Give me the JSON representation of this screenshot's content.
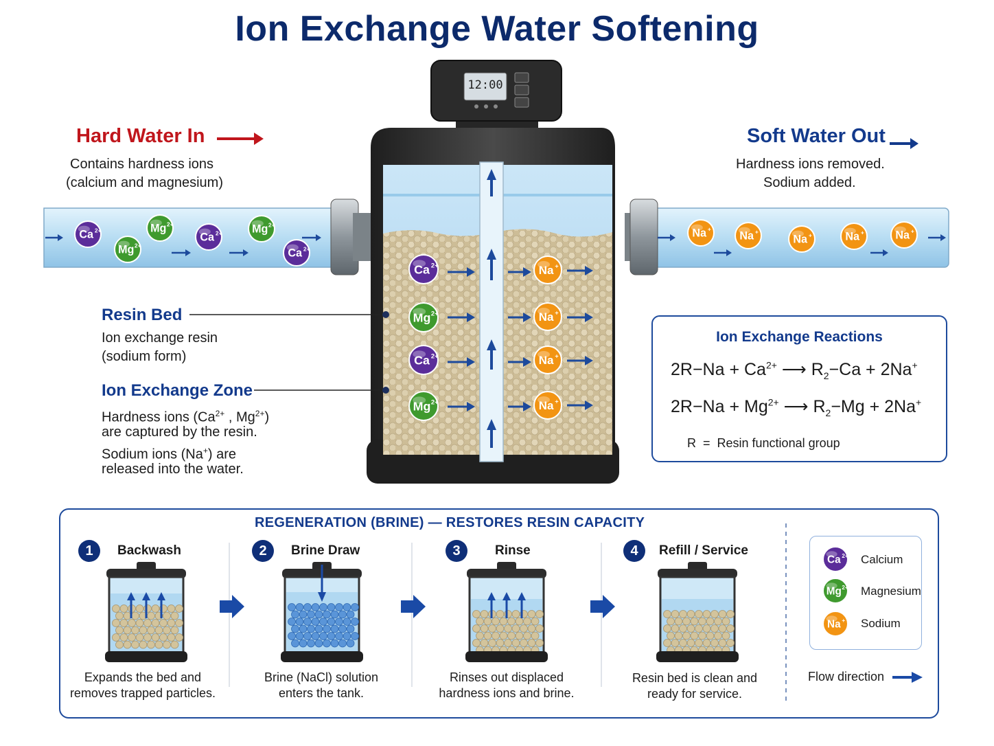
{
  "title": "Ion Exchange Water Softening",
  "inlet": {
    "heading": "Hard Water In",
    "line1": "Contains hardness ions",
    "line2": "(calcium and magnesium)"
  },
  "outlet": {
    "heading": "Soft Water Out",
    "line1": "Hardness ions removed.",
    "line2": "Sodium added."
  },
  "controller": {
    "display": "12:00"
  },
  "resin_bed": {
    "heading": "Resin Bed",
    "line1": "Ion exchange resin",
    "line2": "(sodium form)"
  },
  "exchange_zone": {
    "heading": "Ion Exchange Zone",
    "line1_pre": "Hardness ions (Ca",
    "line1_sup1": "2+",
    "line1_mid": " , Mg",
    "line1_sup2": "2+",
    "line1_post": ")",
    "line2": "are captured by the resin.",
    "line3_pre": "Sodium ions (Na",
    "line3_sup": "+",
    "line3_post": ") are",
    "line4": "released into the water."
  },
  "ions": {
    "calcium": "Ca",
    "magnesium": "Mg",
    "sodium": "Na",
    "charge2": "2+",
    "charge1": "+"
  },
  "reactions": {
    "heading": "Ion Exchange Reactions",
    "r1": {
      "left": "2R−Na + Ca",
      "left_sup": "2+",
      "arrow": "⟶",
      "prod_a": "R",
      "prod_sub": "2",
      "prod_b": "−Ca + 2Na",
      "prod_sup": "+"
    },
    "r2": {
      "left": "2R−Na + Mg",
      "left_sup": "2+",
      "arrow": "⟶",
      "prod_a": "R",
      "prod_sub": "2",
      "prod_b": "−Mg + 2Na",
      "prod_sup": "+"
    },
    "note": "R  =  Resin functional group"
  },
  "regeneration": {
    "heading": "REGENERATION (BRINE) — RESTORES RESIN CAPACITY",
    "steps": [
      {
        "num": "1",
        "title": "Backwash",
        "desc1": "Expands the bed and",
        "desc2": "removes trapped particles."
      },
      {
        "num": "2",
        "title": "Brine Draw",
        "desc1": "Brine (NaCl) solution",
        "desc2": "enters the tank."
      },
      {
        "num": "3",
        "title": "Rinse",
        "desc1": "Rinses out displaced",
        "desc2": "hardness ions and brine."
      },
      {
        "num": "4",
        "title": "Refill / Service",
        "desc1": "Resin bed is clean and",
        "desc2": "ready for service."
      }
    ]
  },
  "legend": {
    "items": [
      {
        "label": "Calcium",
        "symbol": "Ca",
        "charge": "2+",
        "color": "#5b2d9a"
      },
      {
        "label": "Magnesium",
        "symbol": "Mg",
        "charge": "2+",
        "color": "#3f9a2e"
      },
      {
        "label": "Sodium",
        "symbol": "Na",
        "charge": "+",
        "color": "#f29413"
      }
    ],
    "flow_label": "Flow direction"
  },
  "colors": {
    "title": "#0c2a6b",
    "inlet": "#c0161c",
    "accent": "#133a8c",
    "calcium": "#5b2d9a",
    "magnesium": "#3f9a2e",
    "sodium": "#f29413",
    "resin": "#d8c9a4",
    "pipe": "#bfe0f5"
  }
}
